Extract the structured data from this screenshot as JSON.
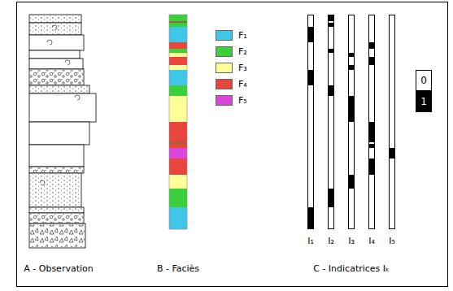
{
  "diagram": {
    "labels": [
      "A - Observation",
      "B - Faciès",
      "C - Indicatrices Iₖ",
      "I₁",
      "I₂",
      "I₃",
      "I₄",
      "I₅"
    ],
    "legend": [
      {
        "text": "F₁",
        "color": "#3fc6e8"
      },
      {
        "text": "F₂",
        "color": "#3ccf3c"
      },
      {
        "text": "F₃",
        "color": "#ffff99"
      },
      {
        "text": "F₄",
        "color": "#e8453c"
      },
      {
        "text": "F₅",
        "color": "#dd44dd"
      },
      {
        "text": "0",
        "color": "#ffffff"
      },
      {
        "text": "1",
        "color": "#000000"
      }
    ]
  }
}
